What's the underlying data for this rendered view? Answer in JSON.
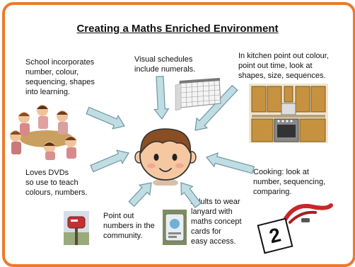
{
  "title": "Creating a Maths Enriched Environment",
  "captions": {
    "school": "School incorporates\nnumber, colour,\nsequencing, shapes\ninto learning.",
    "visual": "Visual schedules\ninclude numerals.",
    "kitchen": "In kitchen point out colour,\npoint out time, look at\nshapes, size, sequences.",
    "dvds": "Loves DVDs\nso use to teach\ncolours, numbers.",
    "cooking": "Cooking: look at\nnumber, sequencing,\ncomparing.",
    "community": "Point out\nnumbers in the\ncommunity.",
    "adults": "Adults to wear\nlanyard with\nmaths concept\ncards for\neasy access."
  },
  "card_number": "2",
  "colors": {
    "border": "#ec7a2b",
    "arrow_fill": "#bfdde3",
    "arrow_stroke": "#6e95a3"
  }
}
